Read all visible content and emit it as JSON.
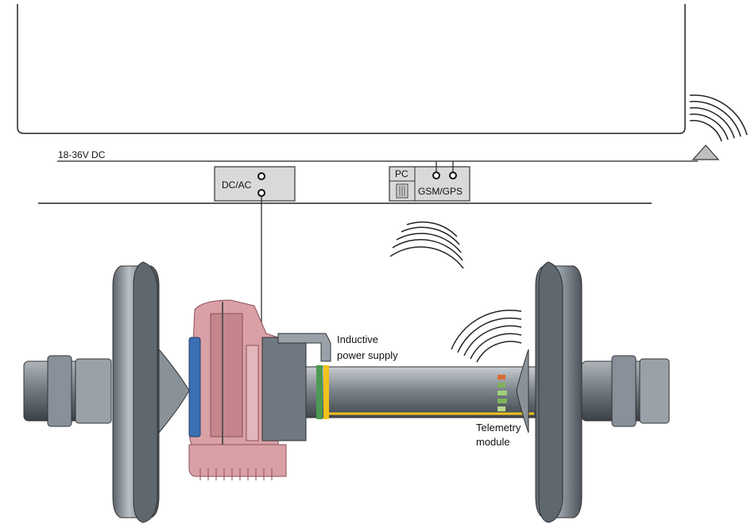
{
  "supply_label": "18-36V DC",
  "dcac_label": "DC/AC",
  "pc_label": "PC",
  "gsm_label": "GSM/GPS",
  "inductive_label_line1": "Inductive",
  "inductive_label_line2": "power supply",
  "telemetry_label_line1": "Telemetry",
  "telemetry_label_line2": "module",
  "colors": {
    "gearbox": "#d9a0a6",
    "gearbox_dark": "#b9787f",
    "wheel": "#7d858d",
    "axle": "#8a9096",
    "yellow_band": "#f2c21b",
    "coupling": "#5fc8cf",
    "blue_disc": "#3b6fb3"
  }
}
